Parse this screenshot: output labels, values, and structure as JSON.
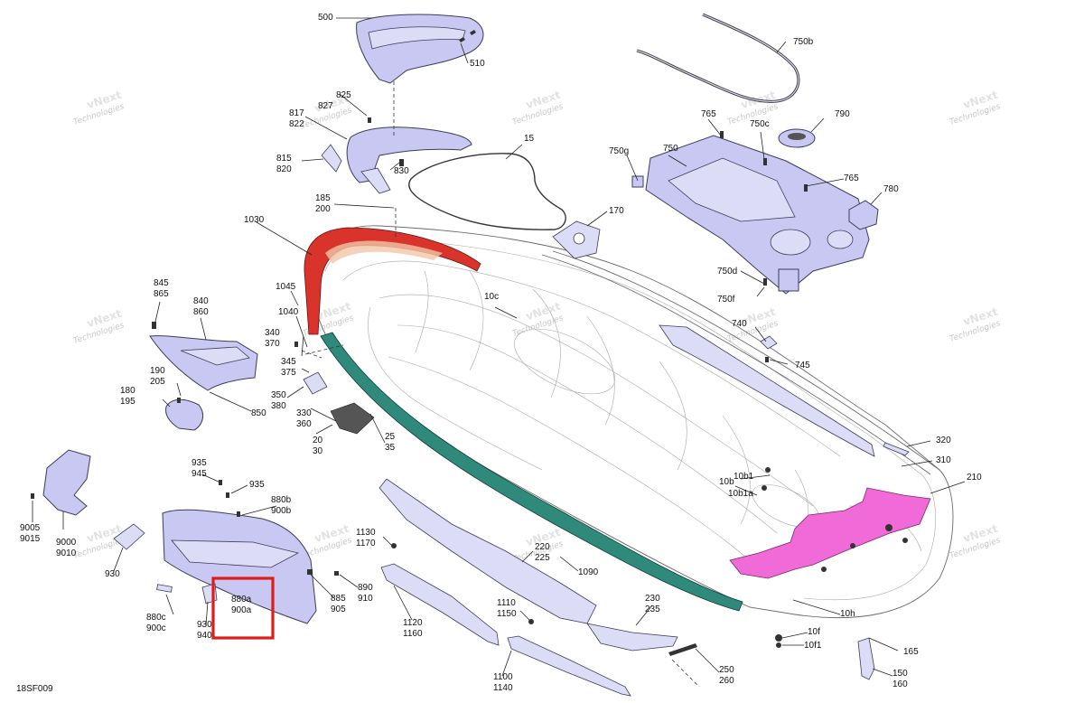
{
  "figure_id": "18SF009",
  "watermark": [
    "vNext",
    "Technologies"
  ],
  "part_labels": [
    {
      "id": "500",
      "text": "500"
    },
    {
      "id": "510",
      "text": "510"
    },
    {
      "id": "825",
      "text": "825"
    },
    {
      "id": "827",
      "text": "827"
    },
    {
      "id": "817",
      "text": "817"
    },
    {
      "id": "822",
      "text": "822"
    },
    {
      "id": "815",
      "text": "815"
    },
    {
      "id": "820",
      "text": "820"
    },
    {
      "id": "830",
      "text": "830"
    },
    {
      "id": "15",
      "text": "15"
    },
    {
      "id": "185",
      "text": "185"
    },
    {
      "id": "200",
      "text": "200"
    },
    {
      "id": "170",
      "text": "170"
    },
    {
      "id": "1030",
      "text": "1030"
    },
    {
      "id": "750b",
      "text": "750b"
    },
    {
      "id": "765a",
      "text": "765"
    },
    {
      "id": "750c",
      "text": "750c"
    },
    {
      "id": "790",
      "text": "790"
    },
    {
      "id": "750g",
      "text": "750g"
    },
    {
      "id": "750",
      "text": "750"
    },
    {
      "id": "765b",
      "text": "765"
    },
    {
      "id": "780",
      "text": "780"
    },
    {
      "id": "750d",
      "text": "750d"
    },
    {
      "id": "750f",
      "text": "750f"
    },
    {
      "id": "740",
      "text": "740"
    },
    {
      "id": "745",
      "text": "745"
    },
    {
      "id": "845",
      "text": "845"
    },
    {
      "id": "865",
      "text": "865"
    },
    {
      "id": "840",
      "text": "840"
    },
    {
      "id": "860",
      "text": "860"
    },
    {
      "id": "1045",
      "text": "1045"
    },
    {
      "id": "1040",
      "text": "1040"
    },
    {
      "id": "10c",
      "text": "10c"
    },
    {
      "id": "340",
      "text": "340"
    },
    {
      "id": "370",
      "text": "370"
    },
    {
      "id": "345",
      "text": "345"
    },
    {
      "id": "375",
      "text": "375"
    },
    {
      "id": "190",
      "text": "190"
    },
    {
      "id": "205",
      "text": "205"
    },
    {
      "id": "180",
      "text": "180"
    },
    {
      "id": "195",
      "text": "195"
    },
    {
      "id": "350",
      "text": "350"
    },
    {
      "id": "380",
      "text": "380"
    },
    {
      "id": "330",
      "text": "330"
    },
    {
      "id": "360",
      "text": "360"
    },
    {
      "id": "850",
      "text": "850"
    },
    {
      "id": "25",
      "text": "25"
    },
    {
      "id": "35",
      "text": "35"
    },
    {
      "id": "20",
      "text": "20"
    },
    {
      "id": "30",
      "text": "30"
    },
    {
      "id": "320",
      "text": "320"
    },
    {
      "id": "310",
      "text": "310"
    },
    {
      "id": "935a",
      "text": "935"
    },
    {
      "id": "945",
      "text": "945"
    },
    {
      "id": "935b",
      "text": "935"
    },
    {
      "id": "880b",
      "text": "880b"
    },
    {
      "id": "900b",
      "text": "900b"
    },
    {
      "id": "10b1",
      "text": "10b1"
    },
    {
      "id": "10b",
      "text": "10b"
    },
    {
      "id": "10b1a",
      "text": "10b1a"
    },
    {
      "id": "210",
      "text": "210"
    },
    {
      "id": "9005",
      "text": "9005"
    },
    {
      "id": "9015",
      "text": "9015"
    },
    {
      "id": "9000",
      "text": "9000"
    },
    {
      "id": "9010",
      "text": "9010"
    },
    {
      "id": "930",
      "text": "930"
    },
    {
      "id": "1130",
      "text": "1130"
    },
    {
      "id": "1170",
      "text": "1170"
    },
    {
      "id": "220",
      "text": "220"
    },
    {
      "id": "225",
      "text": "225"
    },
    {
      "id": "890",
      "text": "890"
    },
    {
      "id": "910",
      "text": "910"
    },
    {
      "id": "885",
      "text": "885"
    },
    {
      "id": "905",
      "text": "905"
    },
    {
      "id": "880a",
      "text": "880a"
    },
    {
      "id": "900a",
      "text": "900a"
    },
    {
      "id": "1090",
      "text": "1090"
    },
    {
      "id": "880c",
      "text": "880c"
    },
    {
      "id": "900c",
      "text": "900c"
    },
    {
      "id": "930b",
      "text": "930"
    },
    {
      "id": "940",
      "text": "940"
    },
    {
      "id": "1120",
      "text": "1120"
    },
    {
      "id": "1160",
      "text": "1160"
    },
    {
      "id": "1110",
      "text": "1110"
    },
    {
      "id": "1150",
      "text": "1150"
    },
    {
      "id": "230",
      "text": "230"
    },
    {
      "id": "235",
      "text": "235"
    },
    {
      "id": "10h",
      "text": "10h"
    },
    {
      "id": "10f",
      "text": "10f"
    },
    {
      "id": "10f1",
      "text": "10f1"
    },
    {
      "id": "165",
      "text": "165"
    },
    {
      "id": "250",
      "text": "250"
    },
    {
      "id": "260",
      "text": "260"
    },
    {
      "id": "150",
      "text": "150"
    },
    {
      "id": "160",
      "text": "160"
    },
    {
      "id": "1100",
      "text": "1100"
    },
    {
      "id": "1140",
      "text": "1140"
    }
  ],
  "highlight": {
    "color": "#dd1c1c",
    "target_label": "880a"
  },
  "colors": {
    "part_fill": "#c9c8f2",
    "red_trim": "#d8342c",
    "teal_trim": "#2f8a7c",
    "pink_panel": "#f06ad8"
  }
}
